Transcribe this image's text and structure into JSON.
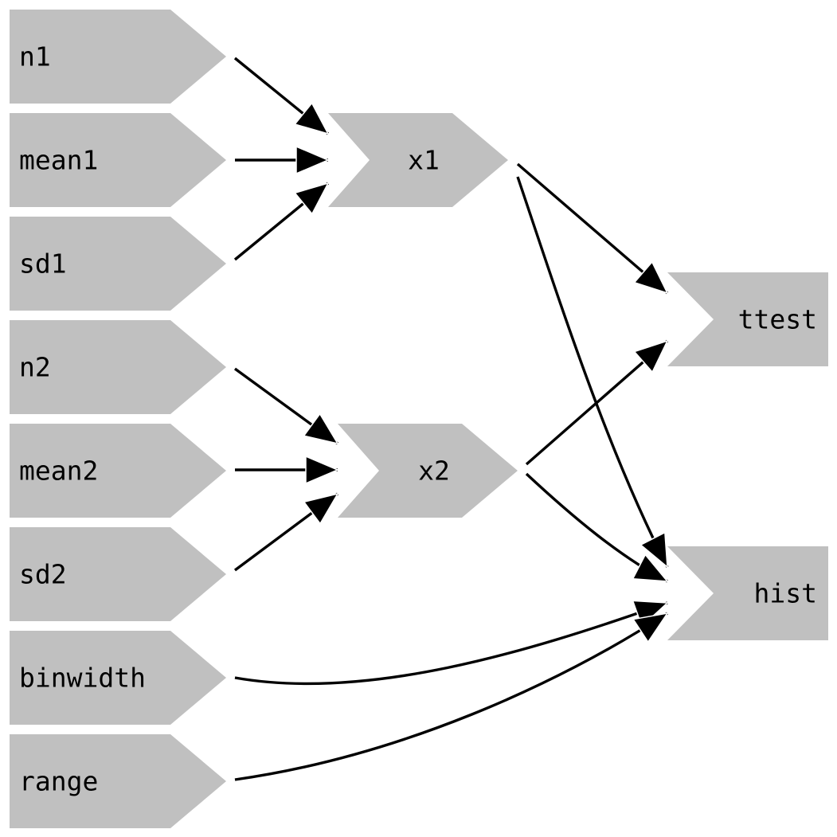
{
  "diagram": {
    "type": "dependency-graph",
    "nodes": [
      {
        "id": "n1",
        "label": "n1"
      },
      {
        "id": "mean1",
        "label": "mean1"
      },
      {
        "id": "sd1",
        "label": "sd1"
      },
      {
        "id": "n2",
        "label": "n2"
      },
      {
        "id": "mean2",
        "label": "mean2"
      },
      {
        "id": "sd2",
        "label": "sd2"
      },
      {
        "id": "binwidth",
        "label": "binwidth"
      },
      {
        "id": "range",
        "label": "range"
      },
      {
        "id": "x1",
        "label": "x1"
      },
      {
        "id": "x2",
        "label": "x2"
      },
      {
        "id": "ttest",
        "label": "ttest"
      },
      {
        "id": "hist",
        "label": "hist"
      }
    ],
    "edges": [
      {
        "from": "n1",
        "to": "x1"
      },
      {
        "from": "mean1",
        "to": "x1"
      },
      {
        "from": "sd1",
        "to": "x1"
      },
      {
        "from": "n2",
        "to": "x2"
      },
      {
        "from": "mean2",
        "to": "x2"
      },
      {
        "from": "sd2",
        "to": "x2"
      },
      {
        "from": "x1",
        "to": "ttest"
      },
      {
        "from": "x1",
        "to": "hist"
      },
      {
        "from": "x2",
        "to": "ttest"
      },
      {
        "from": "x2",
        "to": "hist"
      },
      {
        "from": "binwidth",
        "to": "hist"
      },
      {
        "from": "range",
        "to": "hist"
      }
    ],
    "colors": {
      "node_fill": "#c0c0c0",
      "edge": "#000000",
      "text": "#000000",
      "background": "#ffffff"
    }
  }
}
